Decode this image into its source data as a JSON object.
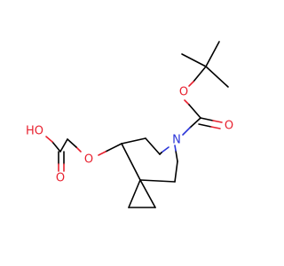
{
  "molecule": {
    "atoms": {
      "carbonyl_o_top": "O",
      "ester_o": "O",
      "ring_n": "N",
      "hydroxyl": "HO",
      "acid_carbonyl_o": "O",
      "ether_o": "O"
    },
    "colors": {
      "bond": "#000000",
      "oxygen": "#e8212f",
      "nitrogen": "#2a35d8"
    }
  }
}
